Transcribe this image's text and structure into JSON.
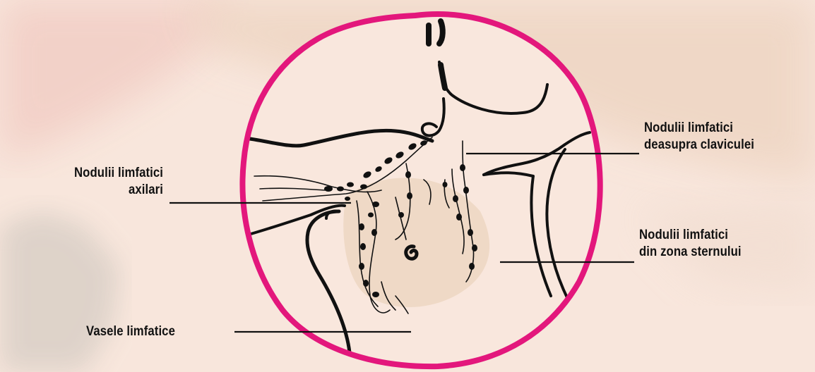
{
  "labels": {
    "axilari": {
      "line1": "Nodulii limfatici",
      "line2": "axilari"
    },
    "clavicula": {
      "line1": "Nodulii limfatici",
      "line2": "deasupra claviculei"
    },
    "stern": {
      "line1": "Nodulii limfatici",
      "line2": "din zona sternului"
    },
    "vase": {
      "line1": "Vasele limfatice"
    }
  },
  "colors": {
    "background": "#f8e6dc",
    "circle": "#e3177c",
    "ink": "#111111"
  }
}
